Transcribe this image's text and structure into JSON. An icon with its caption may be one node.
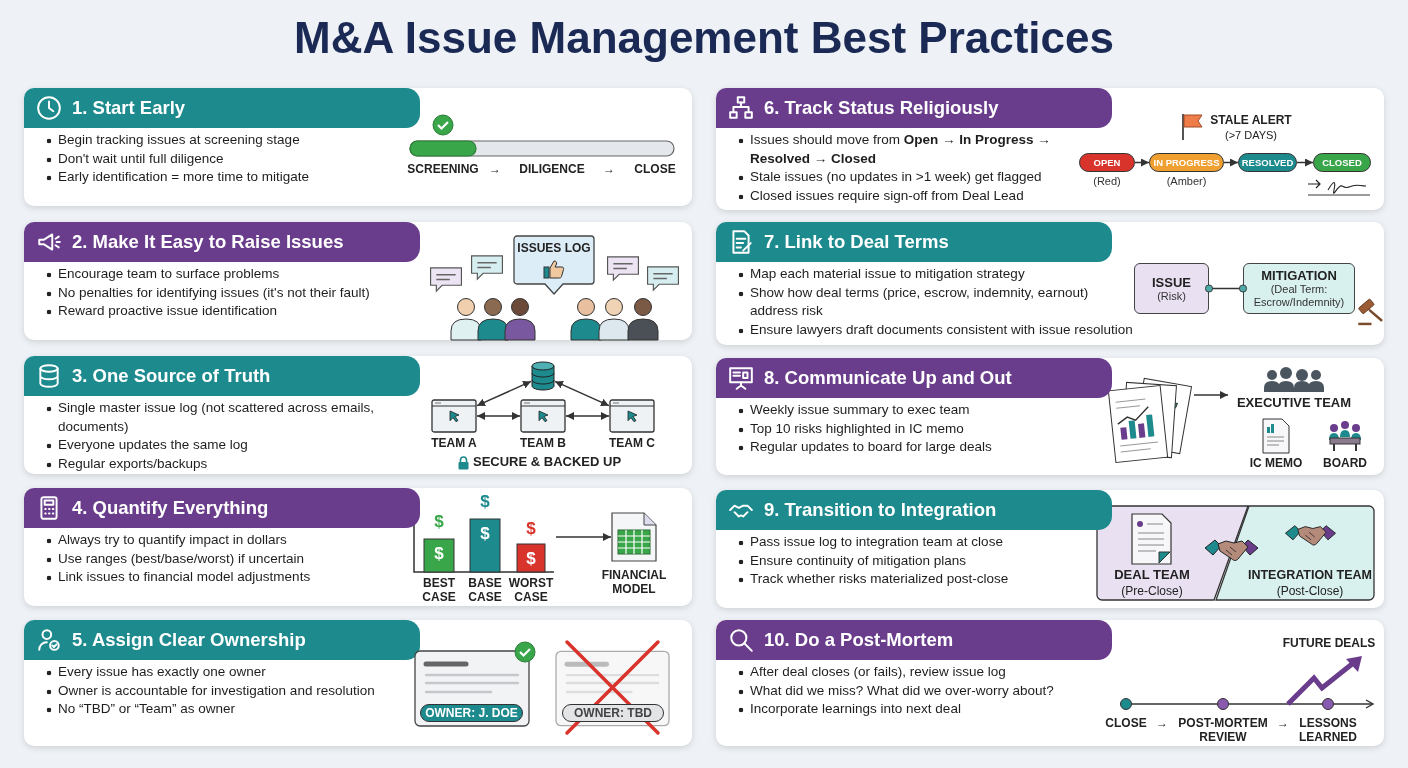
{
  "diagram": {
    "title": "M&A Issue Management Best Practices",
    "nodes": [
      {
        "text": [
          "1. Start Early",
          "Begin tracking issues at screening stage",
          "Don't wait until full diligence",
          "Early identification = more time to mitigate"
        ]
      },
      {
        "text": [
          "2. Make It Easy to Raise Issues",
          "Encourage team to surface problems",
          "No penalties for identifying issues (it's not their fault)",
          "Reward proactive issue identification"
        ]
      },
      {
        "text": [
          "3. One Source of Truth",
          "Single master issue log (not scattered across emails, documents)",
          "Everyone updates the same log",
          "Regular exports/backups"
        ]
      },
      {
        "text": [
          "4. Quantify Everything",
          "Always try to quantify impact in dollars",
          "Use ranges (best/base/worst) if uncertain",
          "Link issues to financial model adjustments"
        ]
      },
      {
        "text": [
          "5. Assign Clear Ownership",
          "Every issue has exactly one owner",
          "Owner is accountable for investigation and resolution",
          "No “TBD” or “Team” as owner"
        ]
      },
      {
        "text": [
          "6. Track Status Religiously",
          "Issues should move from **Open → In Progress → Resolved → Closed**",
          "Stale issues (no updates in >1 week) get flagged",
          "Closed issues require sign-off from Deal Lead"
        ]
      },
      {
        "text": [
          "7. Link to Deal Terms",
          "Map each material issue to mitigation strategy",
          "Show how deal terms (price, escrow, indemnity, earnout) address risk",
          "Ensure lawyers draft documents consistent with issue resolution"
        ]
      },
      {
        "text": [
          "8. Communicate Up and Out",
          "Weekly issue summary to exec team",
          "Top 10 risks highlighted in IC memo",
          "Regular updates to board for large deals"
        ]
      },
      {
        "text": [
          "9. Transition to Integration",
          "Pass issue log to integration team at close",
          "Ensure continuity of mitigation plans",
          "Track whether risks materialized post-close"
        ]
      },
      {
        "text": [
          "10. Do a Post-Mortem",
          "After deal closes (or fails), review issue log",
          "What did we miss? What did we over-worry about?",
          "Incorporate learnings into next deal"
        ]
      },
      {
        "text": [
          "OPEN"
        ],
        "in": 5,
        "beside": [
          "(Red)"
        ]
      },
      {
        "text": [
          "IN PROGRESS"
        ],
        "in": 5,
        "beside": [
          "(Amber)"
        ]
      },
      {
        "text": [
          "RESOLVED"
        ],
        "in": 5
      },
      {
        "text": [
          "CLOSED"
        ],
        "in": 5
      },
      {
        "text": [
          "ISSUE",
          "(Risk)"
        ],
        "in": 6
      },
      {
        "text": [
          "MITIGATION",
          "(Deal Term: Escrow/Indemnity)"
        ],
        "in": 6
      },
      {
        "text": [],
        "shape": "cylinder",
        "in": 2
      },
      {
        "text": [
          "TEAM A"
        ],
        "in": 2
      },
      {
        "text": [
          "TEAM B"
        ],
        "in": 2
      },
      {
        "text": [
          "TEAM C"
        ],
        "in": 2
      },
      {
        "text": [],
        "shape": "picture",
        "in": 3
      },
      {
        "text": [
          "FINANCIAL MODEL"
        ],
        "in": 3
      },
      {
        "text": [],
        "shape": "picture",
        "in": 7
      },
      {
        "text": [
          "EXECUTIVE TEAM"
        ],
        "in": 7
      },
      {
        "text": [
          "DEAL TEAM",
          "(Pre-Close)"
        ],
        "in": 8
      },
      {
        "text": [
          "INTEGRATION TEAM",
          "(Post-Close)"
        ],
        "in": 8
      },
      {
        "text": [
          "ISSUES LOG"
        ],
        "in": 1
      }
    ],
    "edges": [
      {
        "from": 10,
        "to": 11,
        "arrow": "to"
      },
      {
        "from": 11,
        "to": 12,
        "arrow": "to"
      },
      {
        "from": 12,
        "to": 13,
        "arrow": "to"
      },
      {
        "from": 14,
        "to": 15,
        "arrow": "other"
      },
      {
        "from": 16,
        "to": 17,
        "arrow": "both"
      },
      {
        "from": 17,
        "to": 18,
        "arrow": "both"
      },
      {
        "from": 18,
        "to": 19,
        "arrow": "both"
      },
      {
        "from": 16,
        "to": 19,
        "arrow": "both"
      },
      {
        "from": 20,
        "to": 21,
        "arrow": "to"
      },
      {
        "from": 22,
        "to": 23,
        "arrow": "to"
      }
    ],
    "labels": [
      "SCREENING",
      "→",
      "DILIGENCE",
      "→",
      "CLOSE",
      "SECURE & BACKED UP",
      "$",
      "$",
      "$",
      "$",
      "$",
      "$",
      "BEST CASE",
      "BASE CASE",
      "WORST CASE",
      "OWNER: J. DOE",
      "OWNER: TBD",
      "STALE ALERT",
      "(>7 DAYS)",
      "IC MEMO",
      "BOARD",
      "FUTURE DEALS",
      "CLOSE",
      "→",
      "POST-MORTEM REVIEW",
      "→",
      "LESSONS LEARNED"
    ]
  }
}
